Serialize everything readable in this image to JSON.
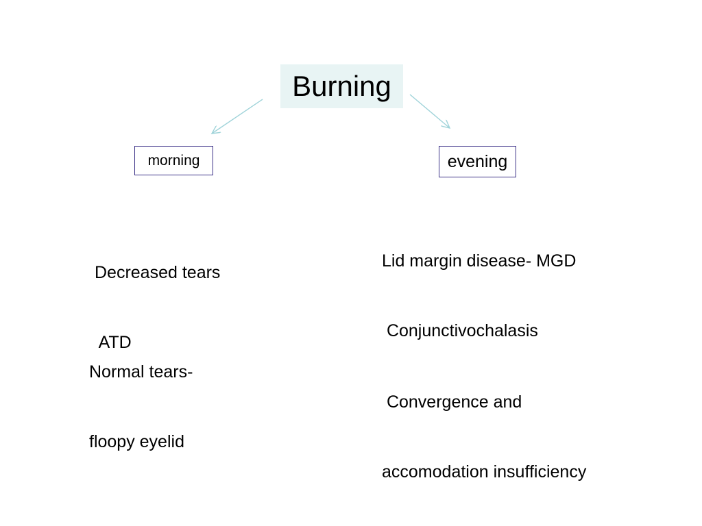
{
  "root": {
    "label": "Burning",
    "background": "#e8f4f4"
  },
  "arrow_color": "#9fd3d9",
  "box_border_color": "#3a2f86",
  "branches": {
    "morning": {
      "label": "morning",
      "items": [
        {
          "lines": [
            "Decreased tears",
            " ATD"
          ]
        },
        {
          "lines": [
            "Normal tears-",
            "floopy eyelid"
          ]
        }
      ]
    },
    "evening": {
      "label": "evening",
      "items": [
        {
          "lines": [
            "Lid margin disease- MGD"
          ]
        },
        {
          "lines": [
            " Conjunctivochalasis"
          ]
        },
        {
          "lines": [
            " Convergence and",
            "accomodation insufficiency"
          ]
        }
      ]
    }
  }
}
